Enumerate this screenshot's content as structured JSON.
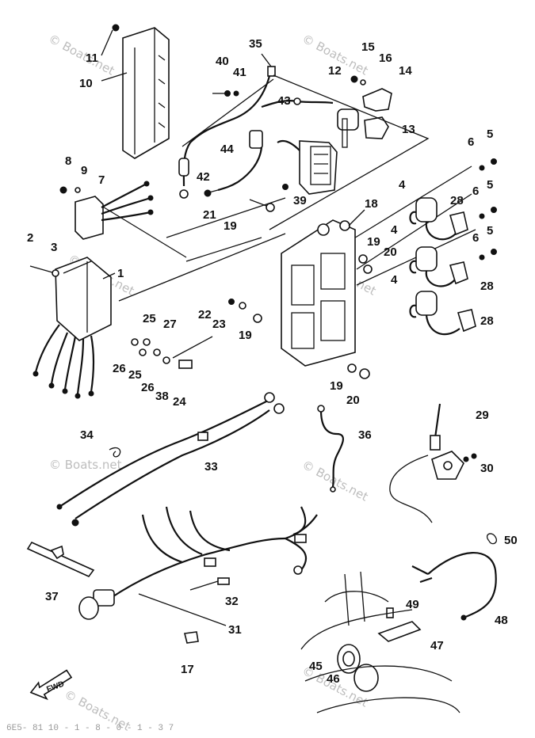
{
  "watermark": "© Boats.net",
  "fwd_label": "FWD",
  "footer_text": "6E5- 81 10 - 1 - 8 - 0 - 1 - 3 7",
  "callouts": [
    "1",
    "2",
    "3",
    "4",
    "4",
    "4",
    "5",
    "5",
    "5",
    "6",
    "6",
    "6",
    "7",
    "8",
    "9",
    "10",
    "11",
    "12",
    "13",
    "14",
    "15",
    "16",
    "17",
    "18",
    "19",
    "19",
    "19",
    "19",
    "20",
    "20",
    "21",
    "22",
    "23",
    "24",
    "25",
    "25",
    "26",
    "26",
    "27",
    "28",
    "28",
    "28",
    "29",
    "30",
    "31",
    "32",
    "33",
    "34",
    "35",
    "36",
    "37",
    "38",
    "39",
    "40",
    "41",
    "42",
    "43",
    "44",
    "45",
    "46",
    "47",
    "48",
    "49",
    "50"
  ]
}
